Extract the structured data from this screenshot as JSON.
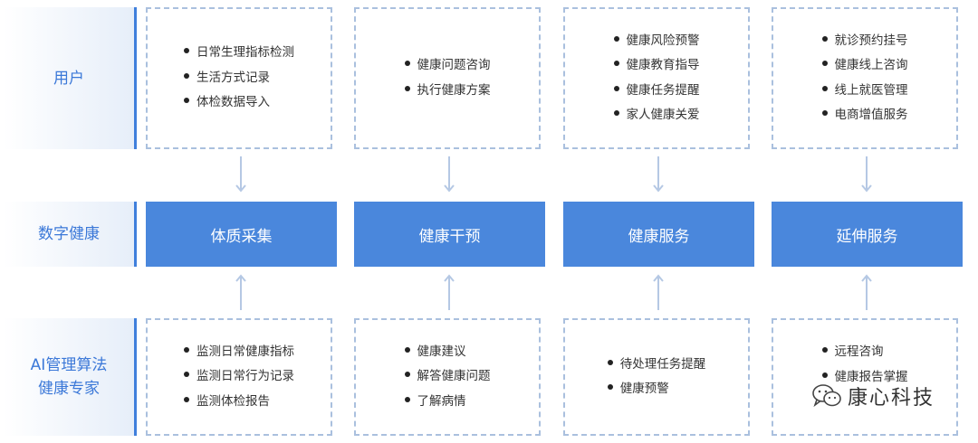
{
  "rows": {
    "user": {
      "label": "用户"
    },
    "digital": {
      "label": "数字健康"
    },
    "ai": {
      "label_line1": "AI管理算法",
      "label_line2": "健康专家"
    }
  },
  "user_boxes": [
    {
      "items": [
        "日常生理指标检测",
        "生活方式记录",
        "体检数据导入"
      ]
    },
    {
      "items": [
        "健康问题咨询",
        "执行健康方案"
      ]
    },
    {
      "items": [
        "健康风险预警",
        "健康教育指导",
        "健康任务提醒",
        "家人健康关爱"
      ]
    },
    {
      "items": [
        "就诊预约挂号",
        "健康线上咨询",
        "线上就医管理",
        "电商增值服务"
      ]
    }
  ],
  "services": [
    "体质采集",
    "健康干预",
    "健康服务",
    "延伸服务"
  ],
  "ai_boxes": [
    {
      "items": [
        "监测日常健康指标",
        "监测日常行为记录",
        "监测体检报告"
      ]
    },
    {
      "items": [
        "健康建议",
        "解答健康问题",
        "了解病情"
      ]
    },
    {
      "items": [
        "待处理任务提醒",
        "健康预警"
      ]
    },
    {
      "items": [
        "远程咨询",
        "健康报告掌握"
      ]
    }
  ],
  "watermark": "康心科技",
  "colors": {
    "accent": "#4a87dc",
    "label_text": "#3b78d8",
    "dashed_border": "#aac0de",
    "arrow": "#b5c8e4"
  }
}
